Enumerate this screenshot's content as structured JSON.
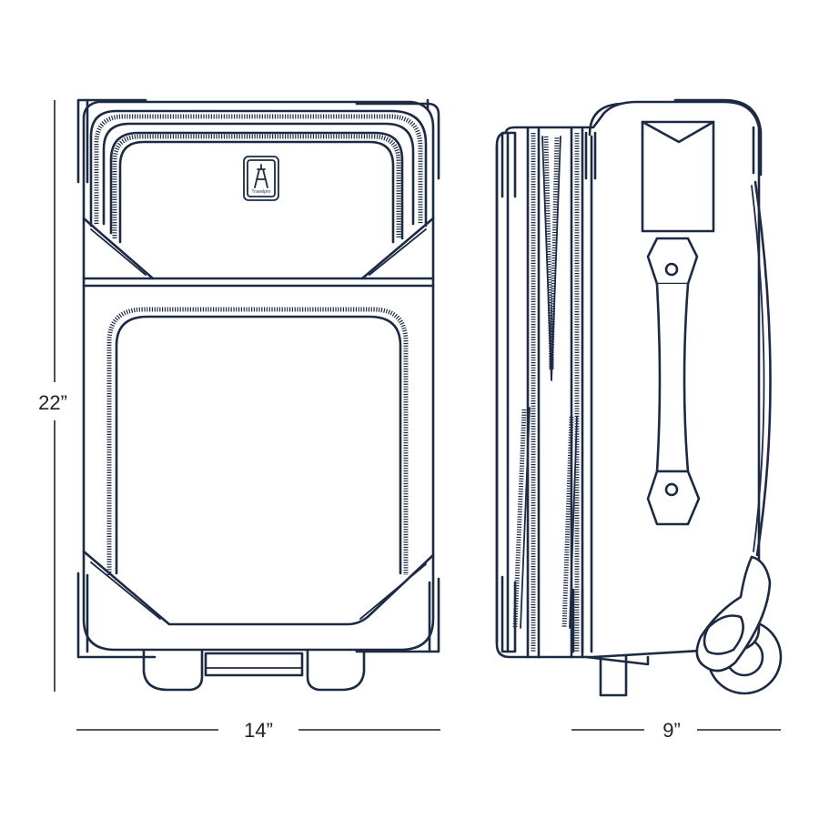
{
  "dimensions": {
    "height_label": "22”",
    "width_label": "14”",
    "depth_label": "9”"
  },
  "logo": {
    "brand_text": "Travelpro"
  },
  "colors": {
    "ink": "#1c2a44",
    "dimension_line": "#222222",
    "background": "#ffffff"
  }
}
